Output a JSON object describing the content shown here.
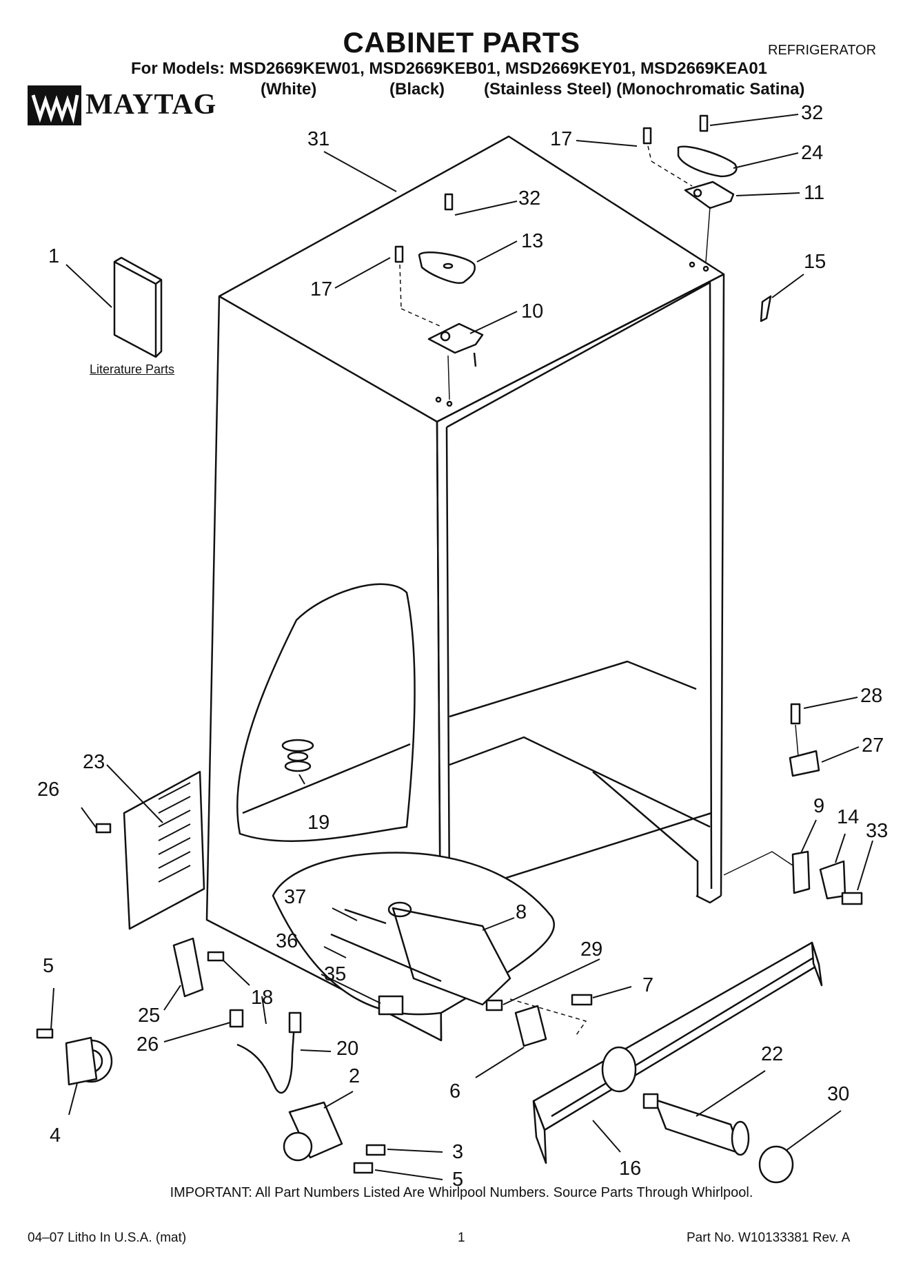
{
  "header": {
    "title": "CABINET PARTS",
    "category": "REFRIGERATOR",
    "models_line": "For Models: MSD2669KEW01, MSD2669KEB01, MSD2669KEY01, MSD2669KEA01",
    "variants": [
      "(White)",
      "(Black)",
      "(Stainless Steel) (Monochromatic Satina)"
    ],
    "brand": "MAYTAG"
  },
  "diagram": {
    "literature_label": "Literature Parts",
    "callouts": {
      "c1": "1",
      "c2": "2",
      "c3": "3",
      "c4": "4",
      "c5a": "5",
      "c5b": "5",
      "c6": "6",
      "c7": "7",
      "c8": "8",
      "c9": "9",
      "c10": "10",
      "c11": "11",
      "c13": "13",
      "c14": "14",
      "c15": "15",
      "c16": "16",
      "c17a": "17",
      "c17b": "17",
      "c18": "18",
      "c19": "19",
      "c20": "20",
      "c22": "22",
      "c23": "23",
      "c24": "24",
      "c25": "25",
      "c26a": "26",
      "c26b": "26",
      "c27": "27",
      "c28": "28",
      "c29": "29",
      "c30": "30",
      "c31": "31",
      "c32a": "32",
      "c32b": "32",
      "c33": "33",
      "c35": "35",
      "c36": "36",
      "c37": "37"
    }
  },
  "footer": {
    "important": "IMPORTANT: All Part Numbers Listed Are Whirlpool Numbers. Source Parts Through Whirlpool.",
    "print_info": "04–07 Litho In U.S.A. (mat)",
    "page": "1",
    "part_no": "Part No. W10133381 Rev. A"
  }
}
